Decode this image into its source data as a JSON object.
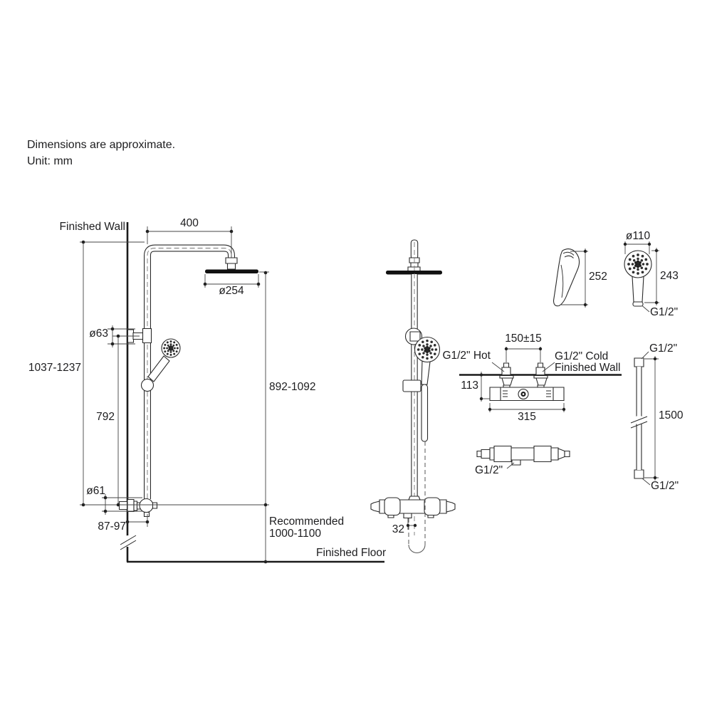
{
  "notes": {
    "line1": "Dimensions are approximate.",
    "line2": "Unit: mm"
  },
  "side_view": {
    "finished_wall_label": "Finished Wall",
    "arm_reach": "400",
    "rain_head_diameter": "ø254",
    "bracket_diameter": "ø63",
    "overall_height_range": "1037-1237",
    "bar_length": "792",
    "head_height_range": "892-1092",
    "valve_knob_diameter": "ø61",
    "wall_offset_range": "87-97",
    "recommended_label": "Recommended",
    "recommended_range": "1000-1100",
    "finished_floor_label": "Finished Floor"
  },
  "front_view": {
    "outlet_offset": "32"
  },
  "valve_detail": {
    "inlet_spacing": "150±15",
    "hot_inlet_label": "G1/2\" Hot",
    "cold_inlet_label": "G1/2\" Cold",
    "finished_wall_label": "Finished Wall",
    "wall_depth": "113",
    "body_width": "315"
  },
  "valve_bottom_view": {
    "outlet_connection": "G1/2\""
  },
  "handshower_side_view": {
    "height": "252"
  },
  "handshower_front_view": {
    "head_diameter": "ø110",
    "height": "243",
    "connection": "G1/2\""
  },
  "hose": {
    "top_connection": "G1/2\"",
    "length": "1500",
    "bottom_connection": "G1/2\""
  }
}
